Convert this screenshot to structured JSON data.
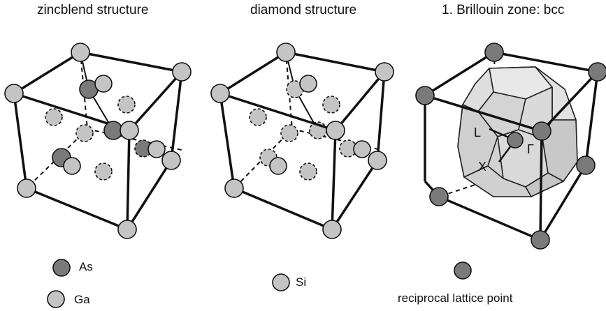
{
  "panels": {
    "zincblende": {
      "title": "zincblend structure"
    },
    "diamond": {
      "title": "diamond structure"
    },
    "brillouin": {
      "title": "1. Brillouin zone: bcc",
      "points": {
        "L": "L",
        "X": "X",
        "Gamma": "Γ"
      }
    }
  },
  "legend": {
    "as": "As",
    "ga": "Ga",
    "si": "Si",
    "reciprocal": "reciprocal lattice point"
  },
  "colors": {
    "light_atom": "#c4c4c4",
    "dark_atom": "#7a7a7a",
    "zone_fill": "#dcdcdc",
    "edge": "#111111"
  }
}
